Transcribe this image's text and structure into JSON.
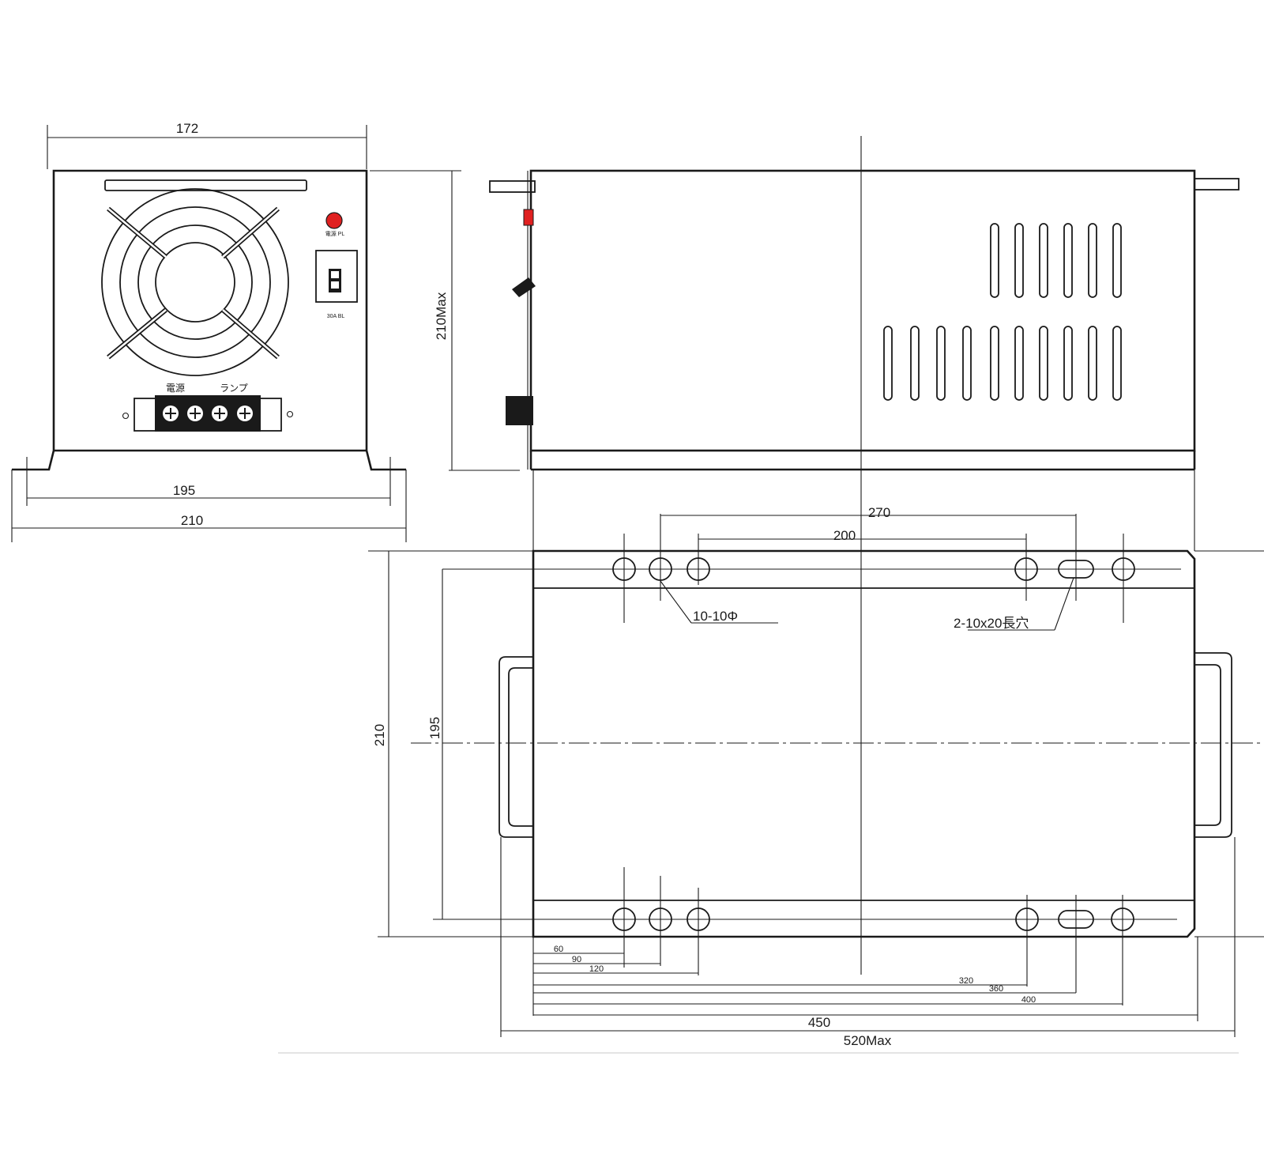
{
  "front_view": {
    "width_top": "172",
    "height": "210Max",
    "foot_inner": "195",
    "foot_outer": "210",
    "power_indicator_label": "電源 PL",
    "breaker_label": "30A BL",
    "terminal_labels": [
      "電源",
      "ランプ"
    ]
  },
  "plan_view": {
    "dim_270": "270",
    "dim_200": "200",
    "hole_note_round": "10-10Φ",
    "hole_note_slot": "2-10x20長穴",
    "dim_210": "210",
    "dim_195": "195",
    "offsets": [
      "60",
      "90",
      "120",
      "320",
      "360",
      "400"
    ],
    "dim_450": "450",
    "dim_total": "520Max"
  },
  "colors": {
    "line": "#1a1a1a",
    "indicator": "#e02020",
    "side_marker": "#e02020"
  },
  "icons": [
    "cooling-fan-icon",
    "power-lamp-icon",
    "breaker-switch-icon",
    "terminal-screw-icon",
    "vent-slot-icon",
    "mounting-hole-icon",
    "slot-hole-icon",
    "carry-handle-icon"
  ]
}
